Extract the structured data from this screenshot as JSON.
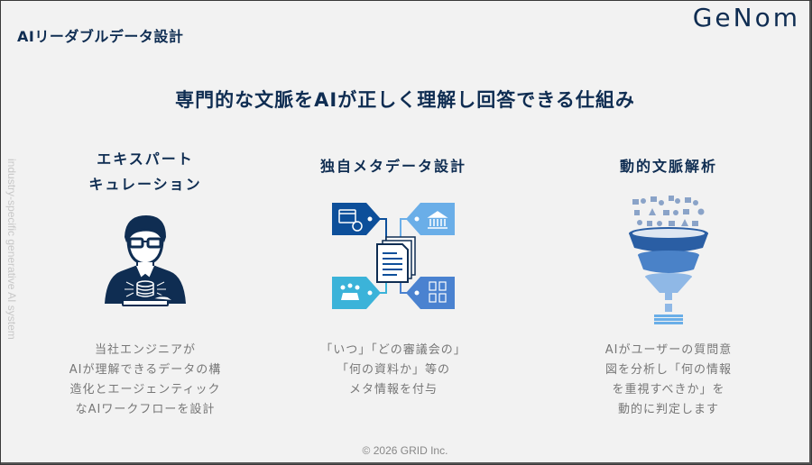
{
  "header": {
    "section_title": "AIリーダブルデータ設計",
    "brand": "GeNom"
  },
  "main": {
    "heading": "専門的な文脈をAIが正しく理解し回答できる仕組み",
    "side_text": "industry-specific generative AI system",
    "columns": [
      {
        "title_line1": "エキスパート",
        "title_line2": "キュレーション",
        "icon": "expert-person-icon",
        "description": "当社エンジニアが\nAIが理解できるデータの構\n造化とエージェンティック\nなAIワークフローを設計"
      },
      {
        "title": "独自メタデータ設計",
        "icon": "metadata-tags-icon",
        "description": "「いつ」「どの審議会の」\n「何の資料か」等の\nメタ情報を付与"
      },
      {
        "title": "動的文脈解析",
        "icon": "funnel-analysis-icon",
        "description": "AIがユーザーの質問意\n図を分析し「何の情報\nを重視すべきか」を\n動的に判定します"
      }
    ]
  },
  "footer": {
    "copyright": "© 2026 GRID Inc."
  },
  "colors": {
    "navy": "#0f2d52",
    "tag_dark": "#0d4f9a",
    "tag_light": "#6aaee8",
    "tag_teal": "#3bb3d9",
    "tag_mid": "#4a82d0",
    "background": "#f2f2f2"
  }
}
